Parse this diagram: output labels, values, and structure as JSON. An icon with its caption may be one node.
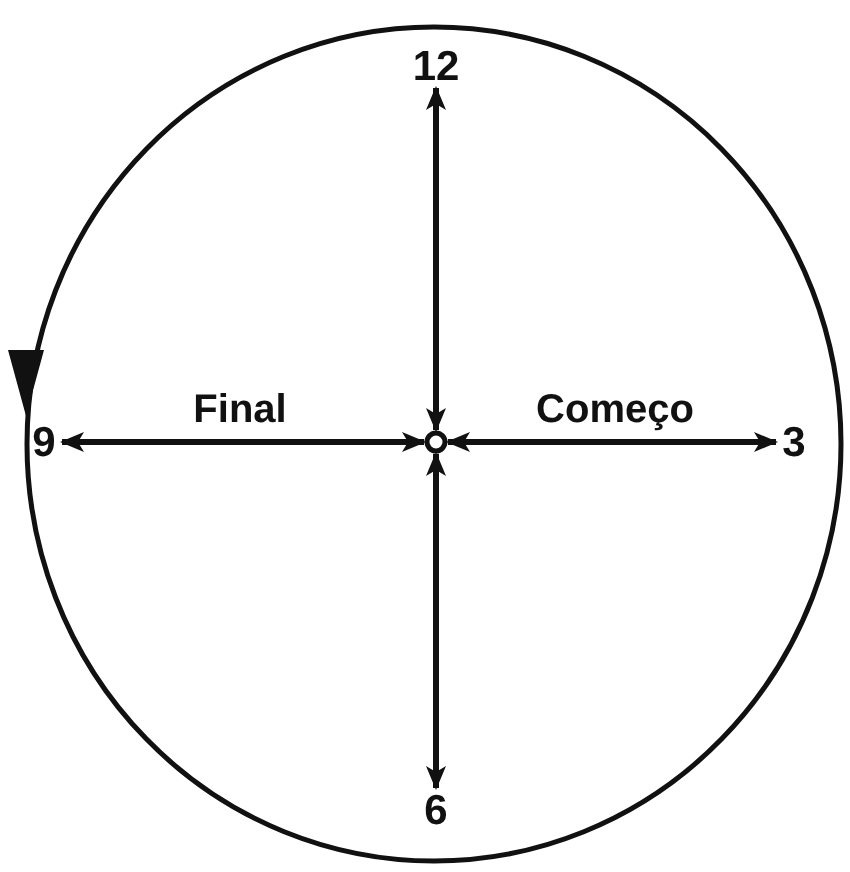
{
  "diagram": {
    "nodes": [
      {
        "text": [],
        "shape": "circle"
      },
      {
        "text": [
          "12"
        ],
        "in": 0
      },
      {
        "text": [
          "9"
        ],
        "in": 0
      },
      {
        "text": [],
        "shape": "circle",
        "in": 0
      },
      {
        "text": [
          "3"
        ],
        "in": 0
      },
      {
        "text": [
          "6"
        ],
        "in": 0
      }
    ],
    "edges": [
      {
        "from": 3,
        "to": 1,
        "arrow": "both"
      },
      {
        "from": 3,
        "to": 2,
        "arrow": "both",
        "label": "Final"
      },
      {
        "from": 3,
        "to": 4,
        "arrow": "both",
        "label": "Começo"
      },
      {
        "from": 3,
        "to": 5,
        "arrow": "both"
      }
    ]
  }
}
